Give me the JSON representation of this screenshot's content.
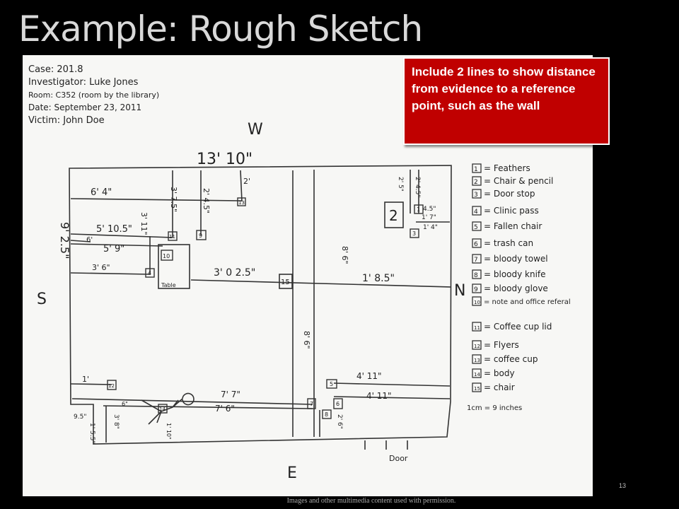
{
  "slide": {
    "title": "Example: Rough Sketch",
    "slide_number": "13",
    "footer": "Images and other multimedia content used with permission."
  },
  "callout": {
    "text": "Include 2 lines to show distance from evidence to a reference point, such as the wall",
    "background": "#c00000"
  },
  "case_info": [
    "Case: 201.8",
    "Investigator: Luke Jones",
    "Room: C352 (room by the library)",
    "Date: September 23, 2011",
    "Victim: John Doe"
  ],
  "compass": {
    "west": "W",
    "east": "E",
    "north": "N",
    "south": "S"
  },
  "dimensions": {
    "top_width": "13' 10\"",
    "left_height": "9' 2.5\"",
    "m1": "6' 4\"",
    "m2": "3' 7.5\"",
    "m3": "2' 4.5\"",
    "m4": "2'",
    "m5": "5' 10.5\"",
    "m6": "6'",
    "m7": "5' 9\"",
    "m8": "3' 11\"",
    "m9": "3' 6\"",
    "m10": "3' 0 2.5\"",
    "m11": "8' 6\"",
    "m12": "1' 8.5\"",
    "m13": "8' 6\"",
    "m14": "2' 5\"",
    "m15": "2' 4.5\"",
    "m16": "4.5\"",
    "m17": "1' 7\"",
    "m18": "1' 4\"",
    "m19": "1'",
    "m20": "7' 7\"",
    "m21": "7' 6\"",
    "m22": "4' 11\"",
    "m23": "4' 11\"",
    "m24": "9.5\"",
    "m25": "1' 5.5\"",
    "m26": "3' 8\"",
    "m27": "2' 6\"",
    "m28": "1' 10\"",
    "m29": "6\""
  },
  "table_label": "Table",
  "door_label": "Door",
  "legend": [
    {
      "num": "1",
      "label": "Feathers"
    },
    {
      "num": "2",
      "label": "Chair & pencil"
    },
    {
      "num": "3",
      "label": "Door stop"
    },
    {
      "num": "4",
      "label": "Clinic pass"
    },
    {
      "num": "5",
      "label": "Fallen chair"
    },
    {
      "num": "6",
      "label": "trash can"
    },
    {
      "num": "7",
      "label": "bloody towel"
    },
    {
      "num": "8",
      "label": "bloody knife"
    },
    {
      "num": "9",
      "label": "bloody glove"
    },
    {
      "num": "10",
      "label": "note and office referal"
    },
    {
      "num": "11",
      "label": "Coffee cup lid"
    },
    {
      "num": "12",
      "label": "Flyers"
    },
    {
      "num": "13",
      "label": "coffee cup"
    },
    {
      "num": "14",
      "label": "body"
    },
    {
      "num": "15",
      "label": "chair"
    }
  ],
  "scale_note": "1cm = 9 inches",
  "evidence_markers": [
    "1",
    "2",
    "3",
    "4",
    "5",
    "6",
    "7",
    "8",
    "9",
    "10",
    "11",
    "12",
    "13",
    "14",
    "15"
  ]
}
